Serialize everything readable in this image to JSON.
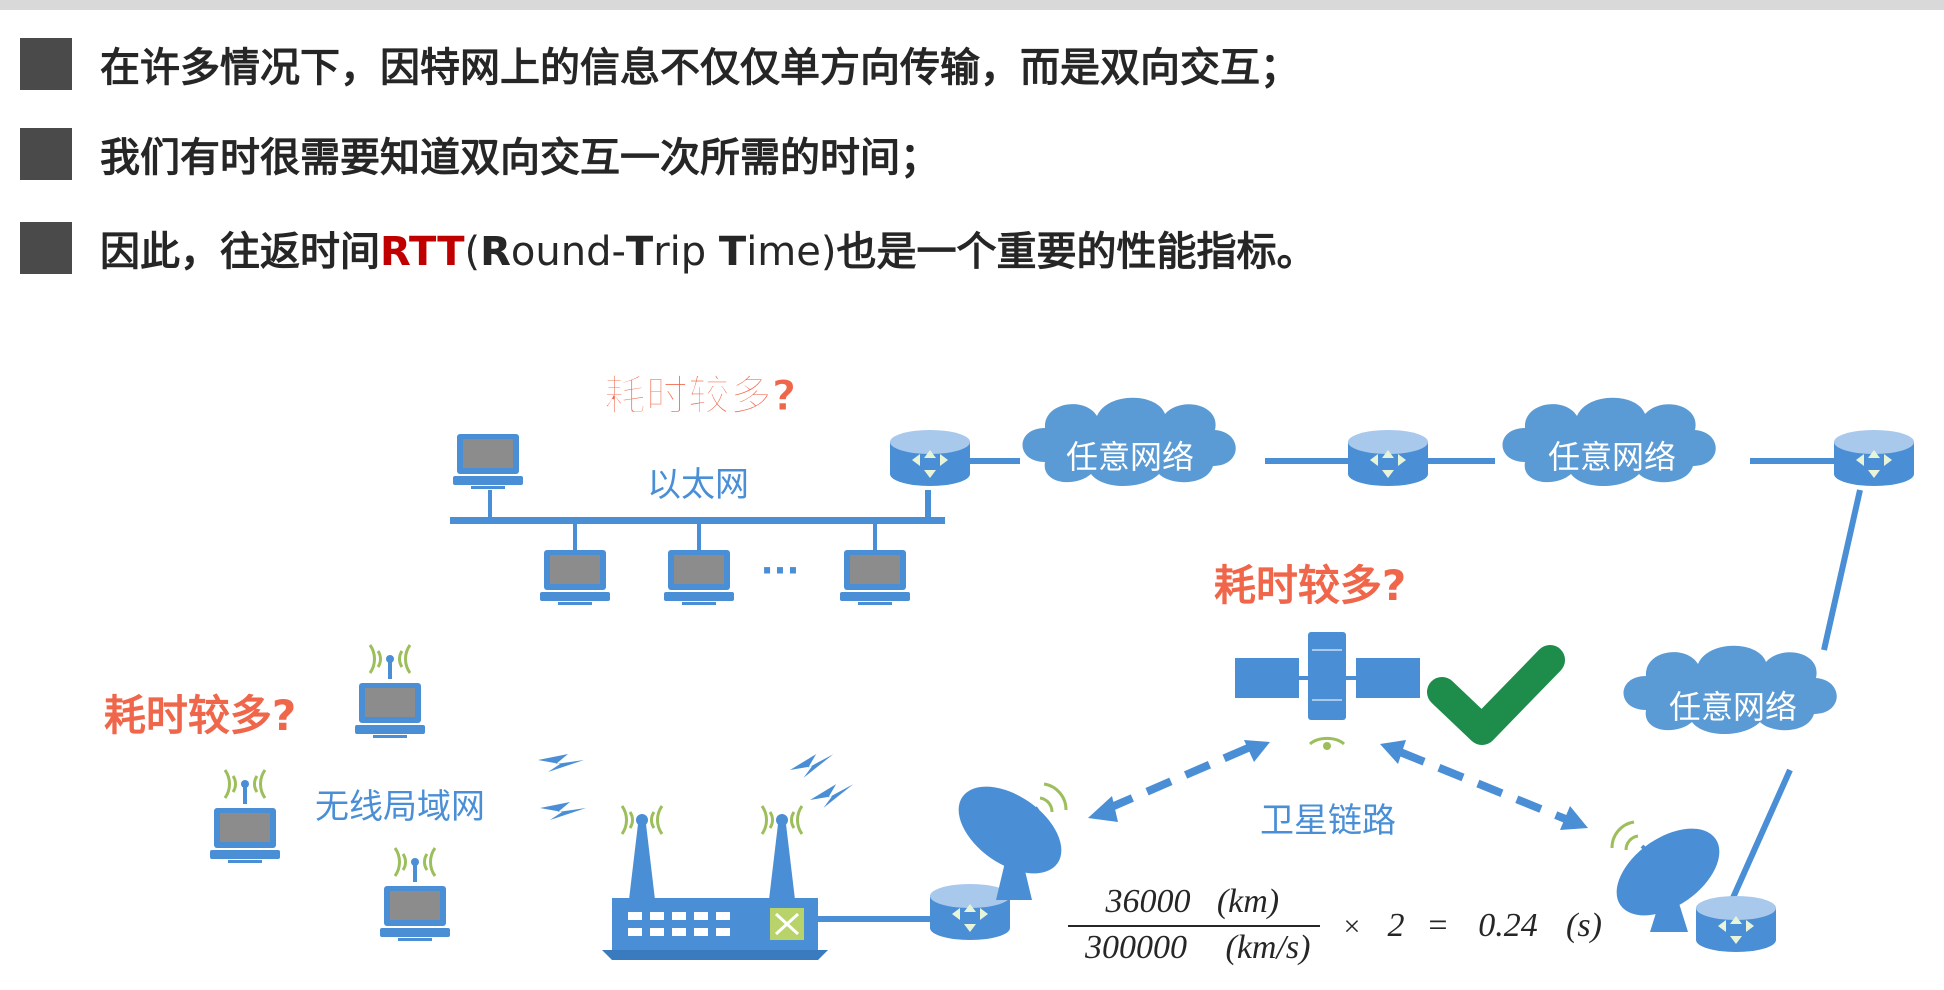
{
  "bullets": {
    "b1": "在许多情况下，因特网上的信息不仅仅单方向传输，而是双向交互；",
    "b2": "我们有时很需要知道双向交互一次所需的时间；",
    "b3_pre": "因此，往返时间",
    "b3_rtt": "RTT",
    "b3_paren_open": "(",
    "b3_R": "R",
    "b3_ound": "ound-",
    "b3_T1": "T",
    "b3_rip": "rip ",
    "b3_T2": "T",
    "b3_ime": "ime",
    "b3_paren_close": ")",
    "b3_post": "也是一个重要的性能指标。"
  },
  "diagram": {
    "ethernet_label": "以太网",
    "ellipsis": "···",
    "cloud_label": "任意网络",
    "wlan_label": "无线局域网",
    "satellite_link_label": "卫星链路",
    "question": "耗时较多?",
    "formula": {
      "num": "36000",
      "num_unit": "(km)",
      "den": "300000",
      "den_unit": "(km/s)",
      "times": "×",
      "factor": "2",
      "equals": "=",
      "result": "0.24",
      "result_unit": "(s)"
    }
  },
  "colors": {
    "device_blue": "#4a8fd6",
    "cloud_blue": "#5b9bd5",
    "question_orange": "#f0664a",
    "check_green": "#1e8c4a",
    "signal_green": "#9cbf5c"
  }
}
